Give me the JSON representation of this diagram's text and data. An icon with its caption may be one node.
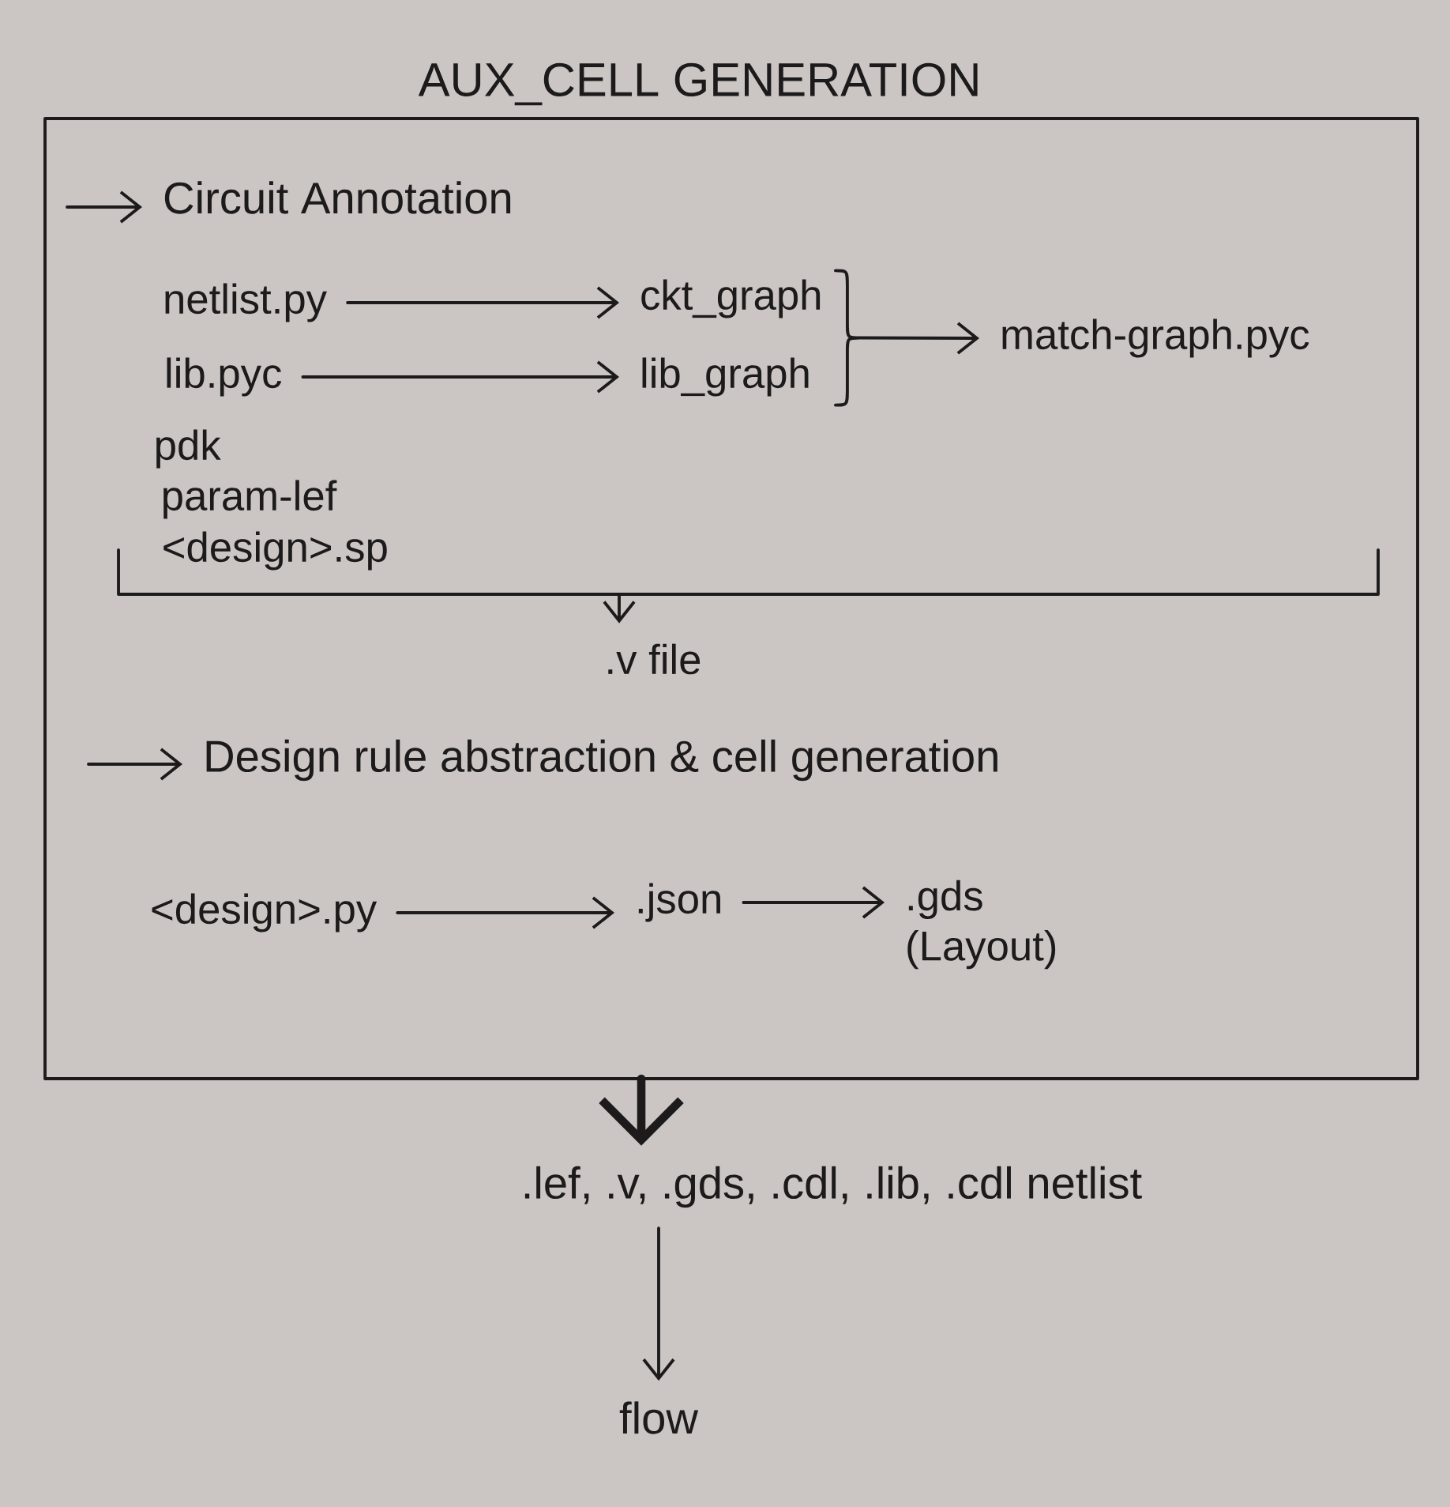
{
  "diagram": {
    "nodes": [
      {
        "text": [
          "AUX_CELL GENERATION"
        ]
      },
      {
        "text": [
          "Circuit Annotation"
        ],
        "in": 0
      },
      {
        "text": [
          "netlist.py"
        ],
        "in": 0
      },
      {
        "text": [
          "lib.pyc"
        ],
        "in": 0
      },
      {
        "text": [
          "ckt_graph"
        ],
        "in": 0
      },
      {
        "text": [
          "lib_graph"
        ],
        "in": 0
      },
      {
        "text": [
          "match-graph.pyc"
        ],
        "in": 0
      },
      {
        "text": [],
        "shape": "bracket",
        "in": 0
      },
      {
        "text": [
          ".v file"
        ],
        "in": 0
      },
      {
        "text": [
          "Design rule abstraction & cell generation"
        ],
        "in": 0
      },
      {
        "text": [
          "<design>.py"
        ],
        "in": 0
      },
      {
        "text": [
          ".json"
        ],
        "in": 0
      },
      {
        "text": [
          ".gds",
          "(Layout)"
        ],
        "in": 0
      },
      {
        "text": [
          ".lef, .v, .gds, .cdl, .lib, .cdl netlist"
        ]
      },
      {
        "text": [
          "flow"
        ]
      }
    ],
    "edges": [
      {
        "from": null,
        "to": 1,
        "arrow": "to"
      },
      {
        "from": 2,
        "to": 4,
        "arrow": "to"
      },
      {
        "from": 3,
        "to": 5,
        "arrow": "to"
      },
      {
        "from": 4,
        "to": 6,
        "arrow": "to"
      },
      {
        "from": 5,
        "to": 6,
        "arrow": "to"
      },
      {
        "from": 7,
        "to": 8,
        "arrow": "to"
      },
      {
        "from": null,
        "to": 9,
        "arrow": "to"
      },
      {
        "from": 10,
        "to": 11,
        "arrow": "to"
      },
      {
        "from": 11,
        "to": 12,
        "arrow": "to"
      },
      {
        "from": 0,
        "to": 13,
        "arrow": "to",
        "style": "thick"
      },
      {
        "from": 13,
        "to": 14,
        "arrow": "to"
      }
    ],
    "labels": [
      "pdk",
      "param-lef",
      "<design>.sp"
    ]
  }
}
